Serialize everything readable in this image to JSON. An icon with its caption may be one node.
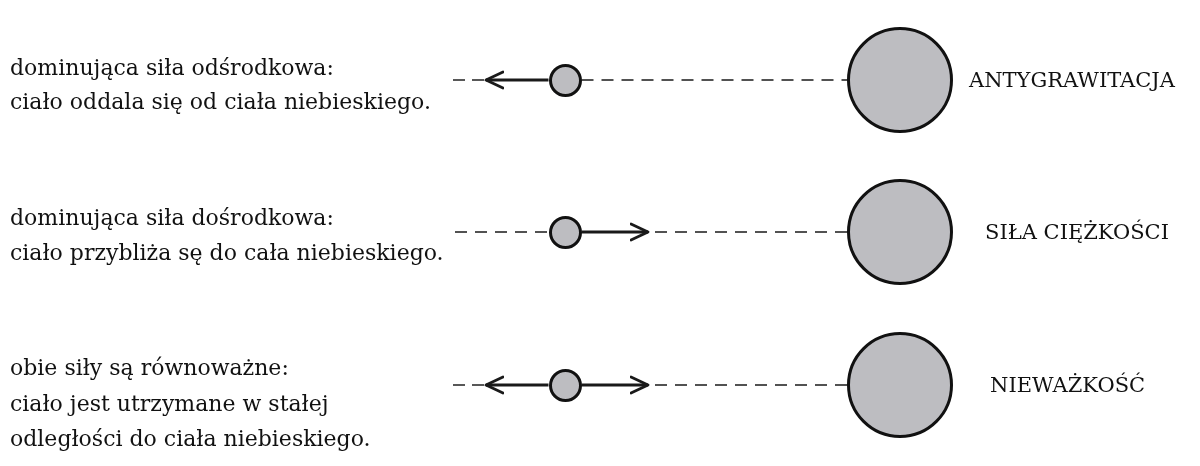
{
  "diagram": {
    "nodes": [
      {
        "text": [],
        "shape": "circle"
      },
      {
        "text": [],
        "shape": "circle",
        "beside": [
          "ANTYGRAWITACJA"
        ]
      },
      {
        "text": [],
        "shape": "circle"
      },
      {
        "text": [],
        "shape": "circle",
        "beside": [
          "SIŁA CIĘŻKOŚCI"
        ]
      },
      {
        "text": [],
        "shape": "circle"
      },
      {
        "text": [],
        "shape": "circle",
        "beside": [
          "NIEWAŻKOŚĆ"
        ]
      }
    ],
    "edges": [
      {
        "from": 0,
        "to": null,
        "arrow": "to"
      },
      {
        "from": 0,
        "to": 1,
        "arrow": "none",
        "style": "dashed"
      },
      {
        "from": null,
        "to": 2,
        "arrow": "none",
        "style": "dashed"
      },
      {
        "from": 2,
        "to": null,
        "arrow": "to"
      },
      {
        "from": null,
        "to": 3,
        "arrow": "none",
        "style": "dashed"
      },
      {
        "from": 4,
        "to": null,
        "arrow": "to"
      },
      {
        "from": 4,
        "to": null,
        "arrow": "to"
      },
      {
        "from": null,
        "to": 5,
        "arrow": "none",
        "style": "dashed"
      }
    ],
    "labels": [
      "dominująca siła odśrodkowa:",
      "ciało oddala się od ciała niebieskiego.",
      "dominująca siła dośrodkowa:",
      "ciało przybliża sę do cała niebieskiego.",
      "obie siły są równoważne:",
      "ciało jest utrzymane w stałej odległości do ciała niebieskiego."
    ]
  }
}
